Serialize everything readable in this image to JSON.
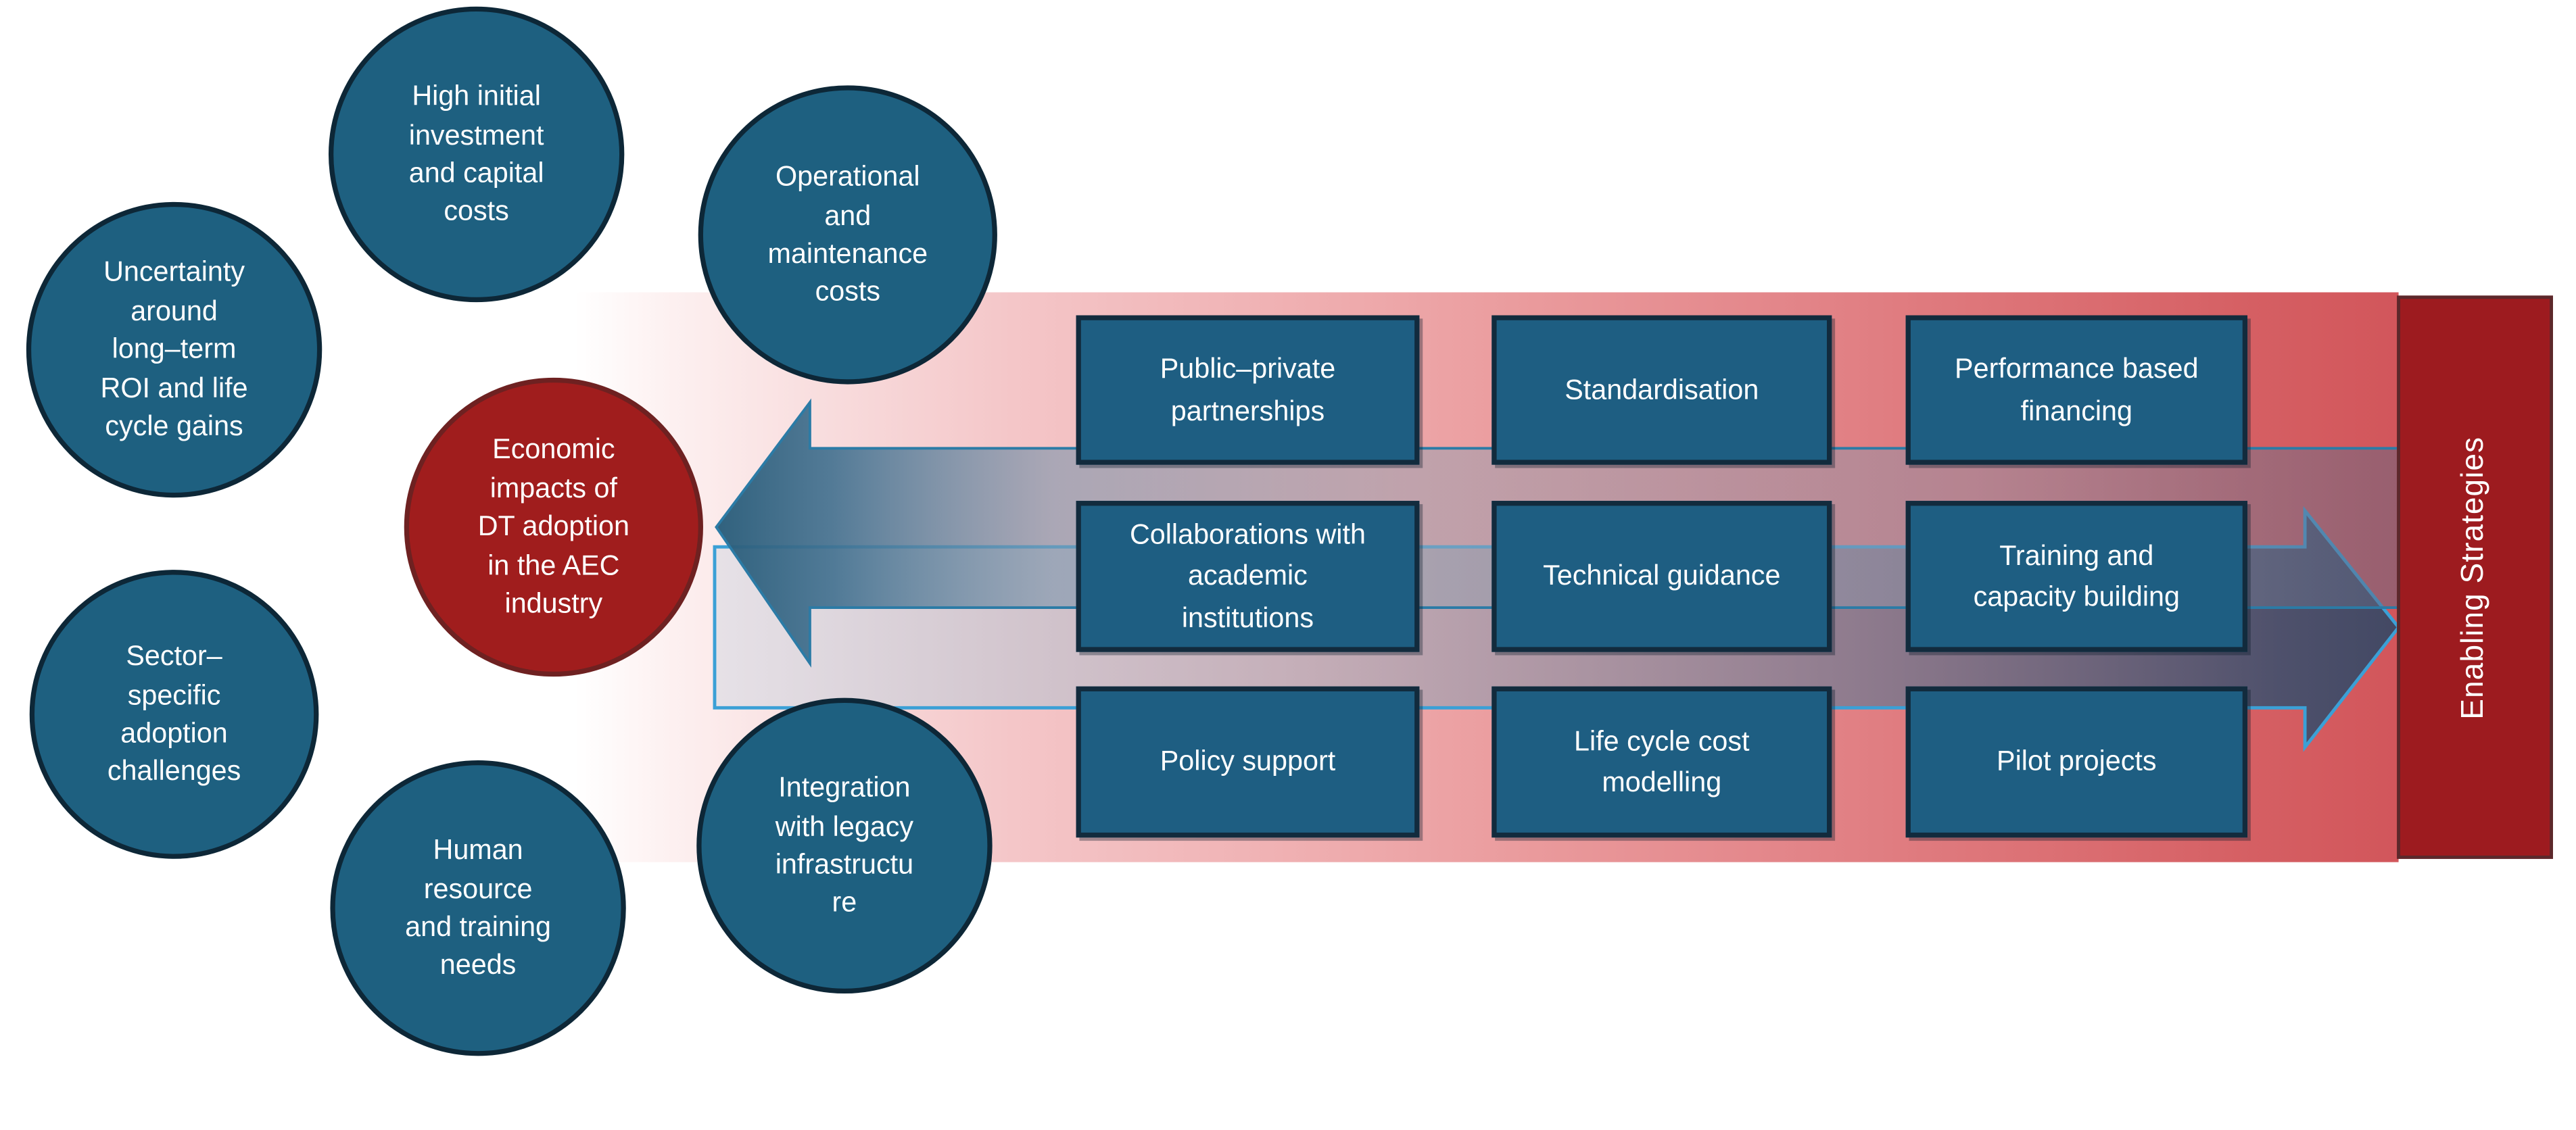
{
  "center": {
    "text": "Economic\nimpacts of\nDT adoption\nin the AEC\nindustry"
  },
  "circles": [
    {
      "text": "High initial\ninvestment\nand capital\ncosts"
    },
    {
      "text": "Operational\nand\nmaintenance\ncosts"
    },
    {
      "text": "Uncertainty\naround\nlong–term\nROI and life\ncycle gains"
    },
    {
      "text": "Sector–\nspecific\nadoption\nchallenges"
    },
    {
      "text": "Human\nresource\nand training\nneeds"
    },
    {
      "text": "Integration\nwith legacy\ninfrastructu\nre"
    }
  ],
  "boxes": [
    {
      "label": "Public–private\npartnerships"
    },
    {
      "label": "Standardisation"
    },
    {
      "label": "Performance based\nfinancing"
    },
    {
      "label": "Collaborations with\nacademic\ninstitutions"
    },
    {
      "label": "Technical guidance"
    },
    {
      "label": "Training and\ncapacity building"
    },
    {
      "label": "Policy support"
    },
    {
      "label": "Life cycle cost\nmodelling"
    },
    {
      "label": "Pilot projects"
    }
  ],
  "bar": {
    "label": "Enabling Strategies"
  },
  "colors": {
    "circle_fill": "#1e6080",
    "circle_border": "#0d2737",
    "center_fill": "#a01d1d",
    "box_fill": "#1e5e82",
    "box_border": "#122b3d",
    "bar_fill": "#9d1b1f",
    "band_pink": "#e3868a",
    "arrow_outline_cyan": "#3ba0d6",
    "arrow_outline_teal": "#2b7ba6"
  }
}
